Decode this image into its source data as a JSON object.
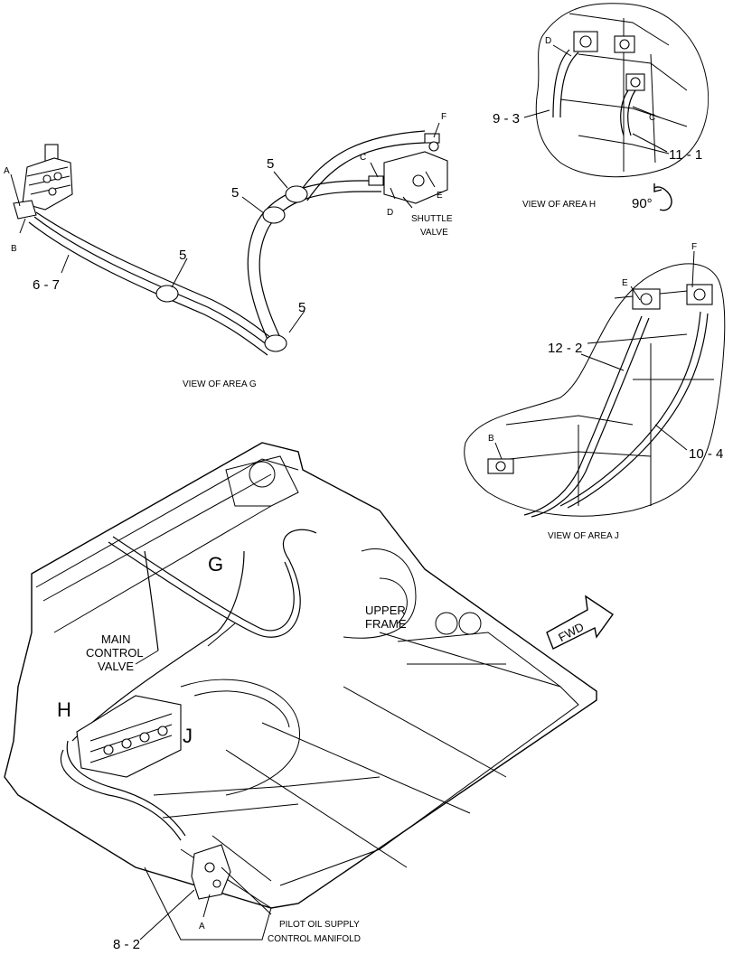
{
  "views": {
    "g": {
      "caption": "VIEW OF AREA G",
      "callouts": {
        "a": "A",
        "b": "B",
        "c": "C",
        "d": "D",
        "e": "E",
        "f": "F",
        "n5": "5",
        "n6_7": "6 - 7",
        "shuttle1": "SHUTTLE",
        "shuttle2": "VALVE"
      }
    },
    "h": {
      "caption": "VIEW OF AREA H",
      "rotation": "90°",
      "callouts": {
        "d": "D",
        "c": "C",
        "n9_3": "9 - 3",
        "n11_1": "11 - 1"
      }
    },
    "j": {
      "caption": "VIEW OF AREA J",
      "callouts": {
        "e": "E",
        "f": "F",
        "b": "B",
        "n12_2": "12 - 2",
        "n10_4": "10 - 4"
      }
    },
    "main": {
      "area_g": "G",
      "area_h": "H",
      "area_j": "J",
      "upper_frame1": "UPPER",
      "upper_frame2": "FRAME",
      "mcv1": "MAIN",
      "mcv2": "CONTROL",
      "mcv3": "VALVE",
      "fwd": "FWD",
      "pilot1": "PILOT OIL SUPPLY",
      "pilot2": "CONTROL MANIFOLD",
      "a": "A",
      "n8_2": "8 - 2"
    }
  }
}
